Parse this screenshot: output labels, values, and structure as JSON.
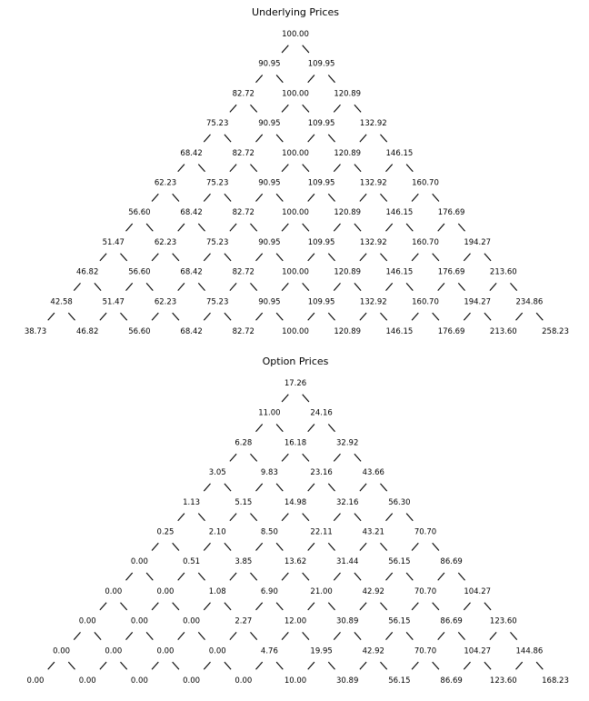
{
  "trees": [
    {
      "title": "Underlying Prices",
      "rows": [
        [
          "100.00"
        ],
        [
          "90.95",
          "109.95"
        ],
        [
          "82.72",
          "100.00",
          "120.89"
        ],
        [
          "75.23",
          "90.95",
          "109.95",
          "132.92"
        ],
        [
          "68.42",
          "82.72",
          "100.00",
          "120.89",
          "146.15"
        ],
        [
          "62.23",
          "75.23",
          "90.95",
          "109.95",
          "132.92",
          "160.70"
        ],
        [
          "56.60",
          "68.42",
          "82.72",
          "100.00",
          "120.89",
          "146.15",
          "176.69"
        ],
        [
          "51.47",
          "62.23",
          "75.23",
          "90.95",
          "109.95",
          "132.92",
          "160.70",
          "194.27"
        ],
        [
          "46.82",
          "56.60",
          "68.42",
          "82.72",
          "100.00",
          "120.89",
          "146.15",
          "176.69",
          "213.60"
        ],
        [
          "42.58",
          "51.47",
          "62.23",
          "75.23",
          "90.95",
          "109.95",
          "132.92",
          "160.70",
          "194.27",
          "234.86"
        ],
        [
          "38.73",
          "46.82",
          "56.60",
          "68.42",
          "82.72",
          "100.00",
          "120.89",
          "146.15",
          "176.69",
          "213.60",
          "258.23"
        ]
      ]
    },
    {
      "title": "Option Prices",
      "rows": [
        [
          "17.26"
        ],
        [
          "11.00",
          "24.16"
        ],
        [
          "6.28",
          "16.18",
          "32.92"
        ],
        [
          "3.05",
          "9.83",
          "23.16",
          "43.66"
        ],
        [
          "1.13",
          "5.15",
          "14.98",
          "32.16",
          "56.30"
        ],
        [
          "0.25",
          "2.10",
          "8.50",
          "22.11",
          "43.21",
          "70.70"
        ],
        [
          "0.00",
          "0.51",
          "3.85",
          "13.62",
          "31.44",
          "56.15",
          "86.69"
        ],
        [
          "0.00",
          "0.00",
          "1.08",
          "6.90",
          "21.00",
          "42.92",
          "70.70",
          "104.27"
        ],
        [
          "0.00",
          "0.00",
          "0.00",
          "2.27",
          "12.00",
          "30.89",
          "56.15",
          "86.69",
          "123.60"
        ],
        [
          "0.00",
          "0.00",
          "0.00",
          "0.00",
          "4.76",
          "19.95",
          "42.92",
          "70.70",
          "104.27",
          "144.86"
        ],
        [
          "0.00",
          "0.00",
          "0.00",
          "0.00",
          "0.00",
          "10.00",
          "30.89",
          "56.15",
          "86.69",
          "123.60",
          "168.23"
        ]
      ]
    }
  ]
}
